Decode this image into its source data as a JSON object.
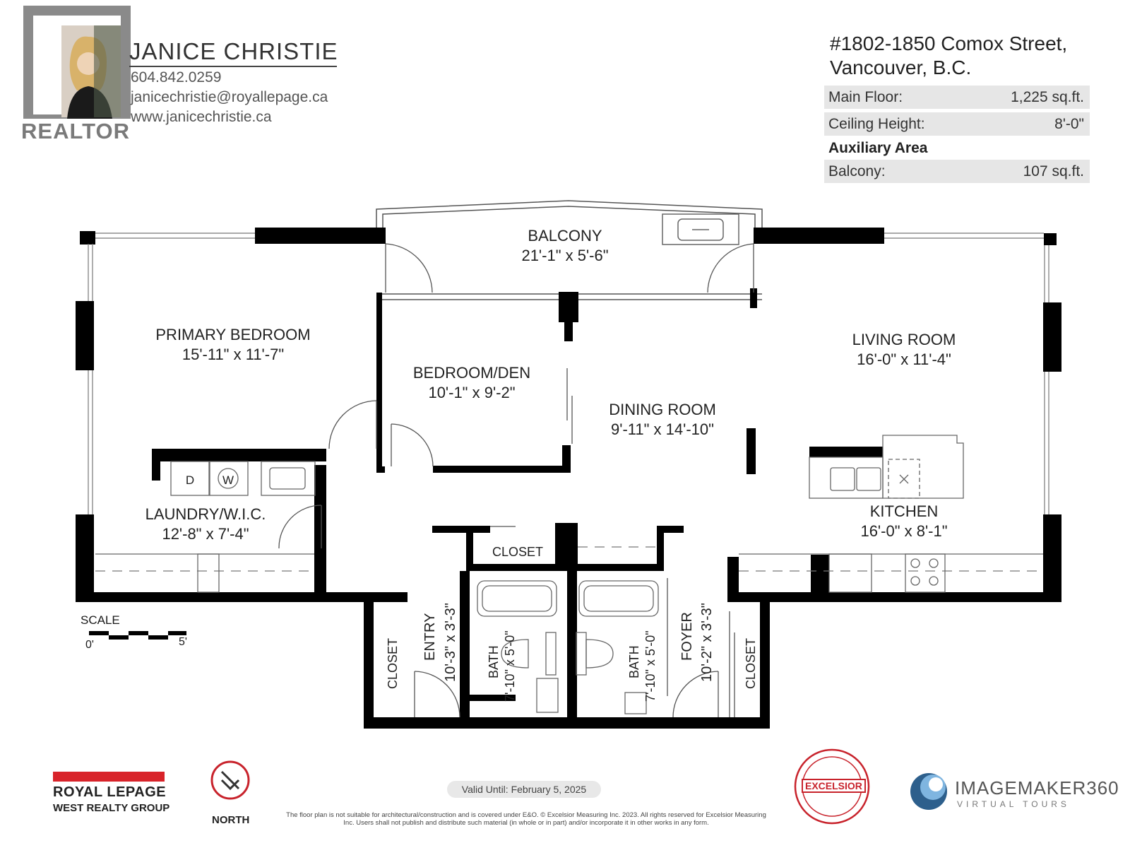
{
  "agent": {
    "name": "JANICE CHRISTIE",
    "phone": "604.842.0259",
    "email": "janicechristie@royallepage.ca",
    "website": "www.janicechristie.ca",
    "realtor_mark": "REALTOR"
  },
  "property": {
    "address_line1": "#1802-1850 Comox Street,",
    "address_line2": "Vancouver, B.C.",
    "main_floor_label": "Main Floor:",
    "main_floor_value": "1,225 sq.ft.",
    "ceiling_label": "Ceiling Height:",
    "ceiling_value": "8'-0\"",
    "aux_heading": "Auxiliary Area",
    "balcony_label": "Balcony:",
    "balcony_value": "107 sq.ft."
  },
  "rooms": {
    "balcony": {
      "name": "BALCONY",
      "dims": "21'-1\" x 5'-6\""
    },
    "primary": {
      "name": "PRIMARY BEDROOM",
      "dims": "15'-11\" x 11'-7\""
    },
    "den": {
      "name": "BEDROOM/DEN",
      "dims": "10'-1\" x 9'-2\""
    },
    "dining": {
      "name": "DINING ROOM",
      "dims": "9'-11\" x 14'-10\""
    },
    "living": {
      "name": "LIVING ROOM",
      "dims": "16'-0\" x 11'-4\""
    },
    "kitchen": {
      "name": "KITCHEN",
      "dims": "16'-0\" x 8'-1\""
    },
    "laundry": {
      "name": "LAUNDRY/W.I.C.",
      "dims": "12'-8\" x 7'-4\""
    },
    "closet_mid": {
      "name": "CLOSET"
    },
    "closet_left": {
      "name": "CLOSET"
    },
    "closet_right": {
      "name": "CLOSET"
    },
    "entry": {
      "name": "ENTRY",
      "dims": "10'-3\" x 3'-3\""
    },
    "foyer": {
      "name": "FOYER",
      "dims": "10'-2\" x 3'-3\""
    },
    "bath1": {
      "name": "BATH",
      "dims": "7'-10\" x 5'-0\""
    },
    "bath2": {
      "name": "BATH",
      "dims": "7'-10\" x 5'-0\""
    },
    "dryer": "D",
    "washer": "W"
  },
  "scale": {
    "label": "SCALE",
    "start": "0'",
    "end": "5'"
  },
  "footer": {
    "royal_lepage": "ROYAL LEPAGE",
    "royal_sub": "WEST REALTY GROUP",
    "north": "NORTH",
    "valid": "Valid Until: February 5, 2025",
    "disclaimer": "The floor plan is not suitable for architectural/construction and is covered under E&O. © Excelsior Measuring Inc. 2023. All rights reserved for Excelsior Measuring Inc. Users shall not publish and distribute such material (in whole or in part) and/or incorporate it in other works in any form.",
    "excelsior": "EXCELSIOR",
    "imagemaker": "IMAGEMAKER360",
    "imagemaker_sub": "VIRTUAL TOURS"
  },
  "colors": {
    "wall": "#000000",
    "accent_red": "#c8232c",
    "shade": "#e6e6e6"
  }
}
